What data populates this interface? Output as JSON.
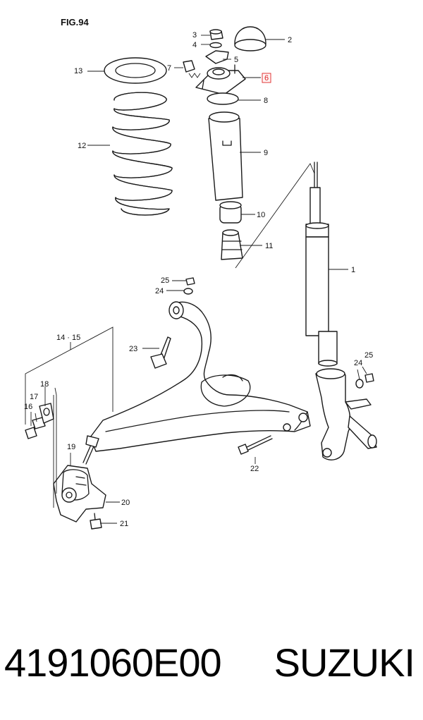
{
  "figure_label": "FIG.94",
  "callouts": {
    "c1": "1",
    "c2": "2",
    "c3": "3",
    "c4": "4",
    "c5": "5",
    "c6": "6",
    "c7": "7",
    "c8": "8",
    "c9": "9",
    "c10": "10",
    "c11": "11",
    "c12": "12",
    "c13": "13",
    "c14_15": "14 · 15",
    "c16": "16",
    "c17": "17",
    "c18": "18",
    "c19": "19",
    "c20": "20",
    "c21": "21",
    "c22": "22",
    "c23": "23",
    "c24a": "24",
    "c24b": "24",
    "c25a": "25",
    "c25b": "25"
  },
  "highlight_color": "#dd2222",
  "footer": {
    "part_number": "4191060E00",
    "brand": "SUZUKI"
  }
}
